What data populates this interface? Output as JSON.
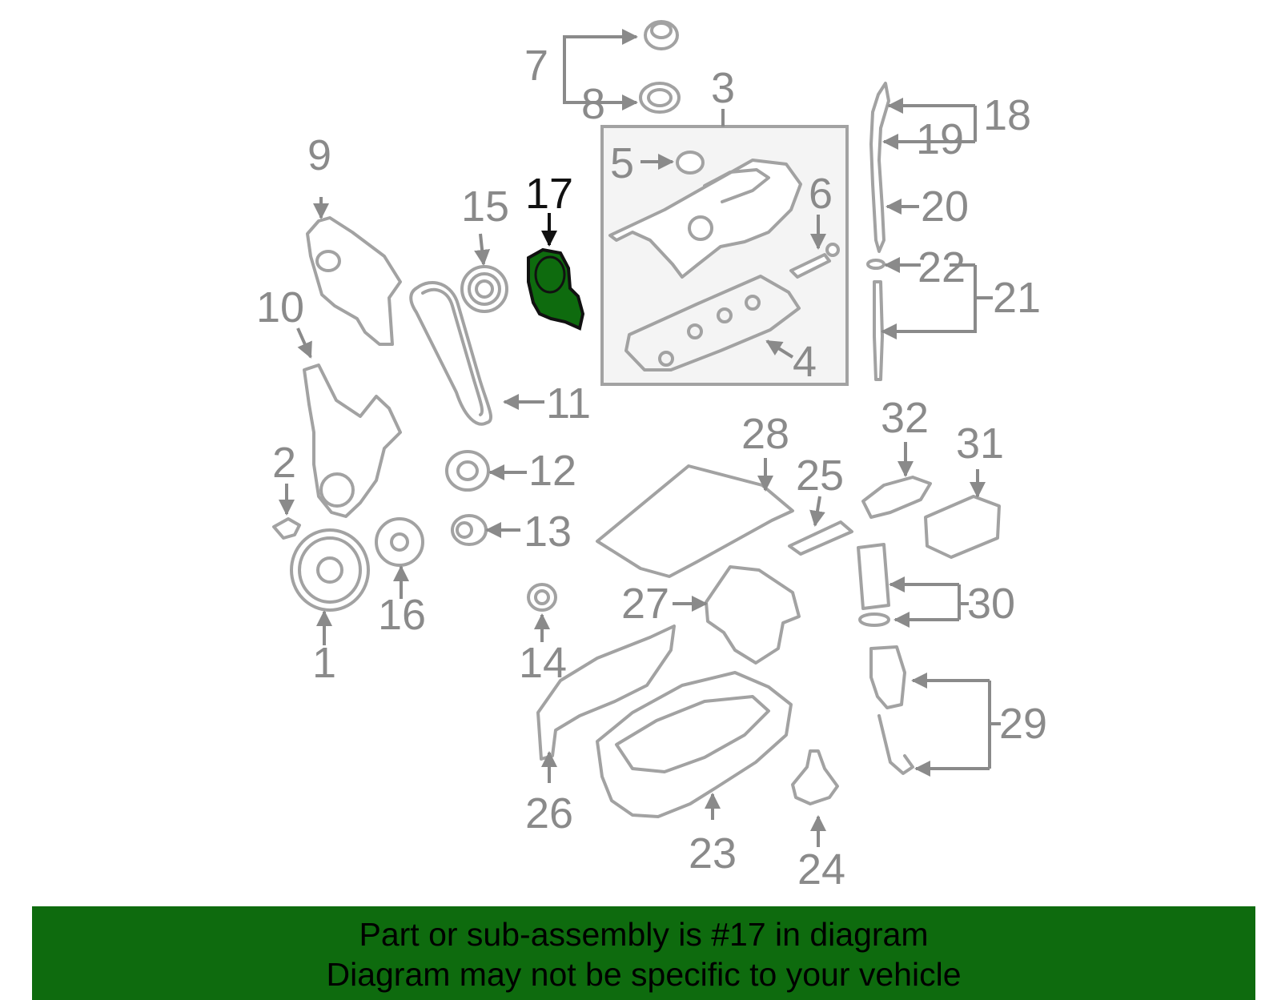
{
  "labels": {
    "l1": "1",
    "l2": "2",
    "l3": "3",
    "l4": "4",
    "l5": "5",
    "l6": "6",
    "l7": "7",
    "l8": "8",
    "l9": "9",
    "l10": "10",
    "l11": "11",
    "l12": "12",
    "l13": "13",
    "l14": "14",
    "l15": "15",
    "l16": "16",
    "l17": "17",
    "l18": "18",
    "l19": "19",
    "l20": "20",
    "l21": "21",
    "l22": "22",
    "l23": "23",
    "l24": "24",
    "l25": "25",
    "l26": "26",
    "l27": "27",
    "l28": "28",
    "l29": "29",
    "l30": "30",
    "l31": "31",
    "l32": "32"
  },
  "highlight": {
    "part": "17",
    "color": "#0e6b0e"
  },
  "caption": {
    "line1": "Part or sub-assembly is #17 in diagram",
    "line2": "Diagram may not be specific to your vehicle"
  },
  "colors": {
    "banner": "#0e6b0e",
    "lines": "#a2a2a2",
    "labels": "#8a8a8a",
    "highlight_label": "#111111"
  }
}
